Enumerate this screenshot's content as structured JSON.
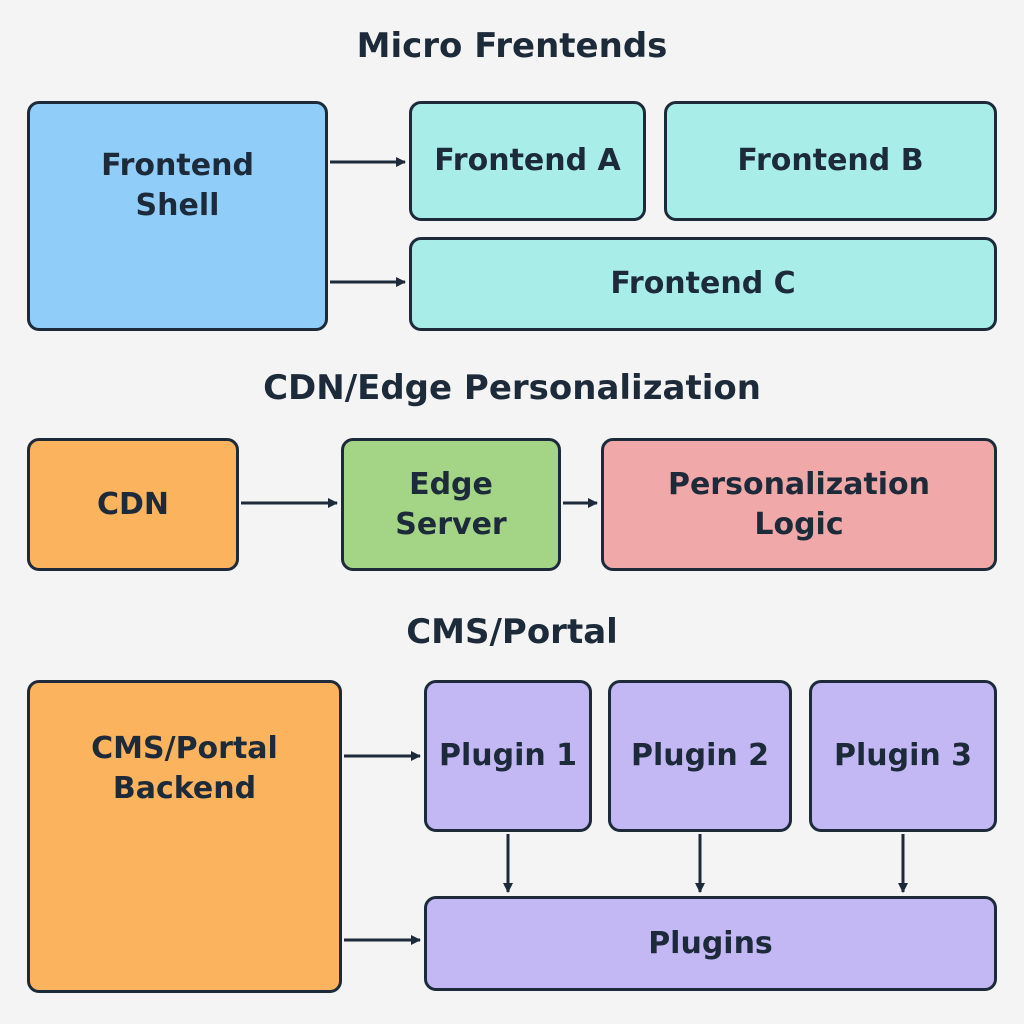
{
  "colors": {
    "shell": "#90cdf9",
    "frontend": "#a8ede8",
    "cdn": "#fbb35e",
    "edge": "#a4d486",
    "personalization": "#f0a8a8",
    "cms": "#fbb35e",
    "plugin": "#c4b8f4",
    "line": "#1c2a39",
    "background": "#f4f4f4"
  },
  "micro_frontends": {
    "title": "Micro Frentends",
    "shell": "Frontend\nShell",
    "frontend_a": "Frontend A",
    "frontend_b": "Frontend  B",
    "frontend_c": "Frontend  C"
  },
  "cdn_edge": {
    "title": "CDN/Edge Personalization",
    "cdn": "CDN",
    "edge_server": "Edge\nServer",
    "personalization_logic": "Personalization\nLogic"
  },
  "cms_portal": {
    "title": "CMS/Portal",
    "backend": "CMS/Portal\nBackend",
    "plugin_1": "Plugin 1",
    "plugin_2": "Plugin 2",
    "plugin_3": "Plugin 3",
    "plugins": "Plugins"
  }
}
